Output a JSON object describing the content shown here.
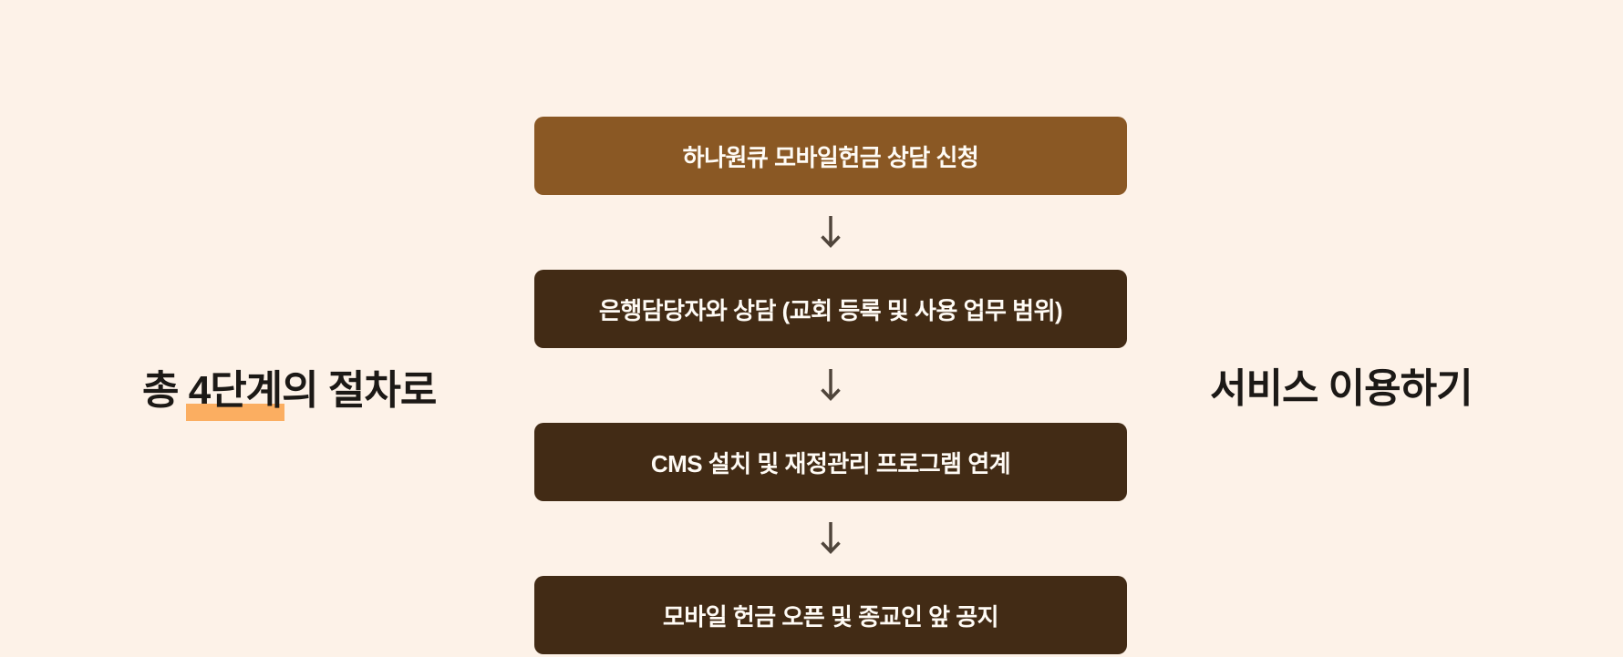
{
  "page": {
    "background_color": "#FDF2E8",
    "text_color": "#1C1916"
  },
  "left_label": {
    "prefix": "총 ",
    "highlight": "4단계",
    "suffix": "의 절차로",
    "highlight_color": "#FBAE61"
  },
  "right_label": {
    "text": "서비스 이용하기"
  },
  "flow": {
    "arrow_color": "#50453B",
    "arrow_icon": "down-arrow",
    "box_text_color": "#FFFBF5",
    "steps": [
      {
        "label": "하나원큐 모바일헌금 상담 신청",
        "bg": "#8A5824"
      },
      {
        "label": "은행담당자와 상담 (교회 등록 및 사용 업무 범위)",
        "bg": "#422B15"
      },
      {
        "label": "CMS 설치 및 재정관리 프로그램 연계",
        "bg": "#422B15"
      },
      {
        "label": "모바일 헌금 오픈 및 종교인 앞 공지",
        "bg": "#422B15"
      }
    ]
  }
}
